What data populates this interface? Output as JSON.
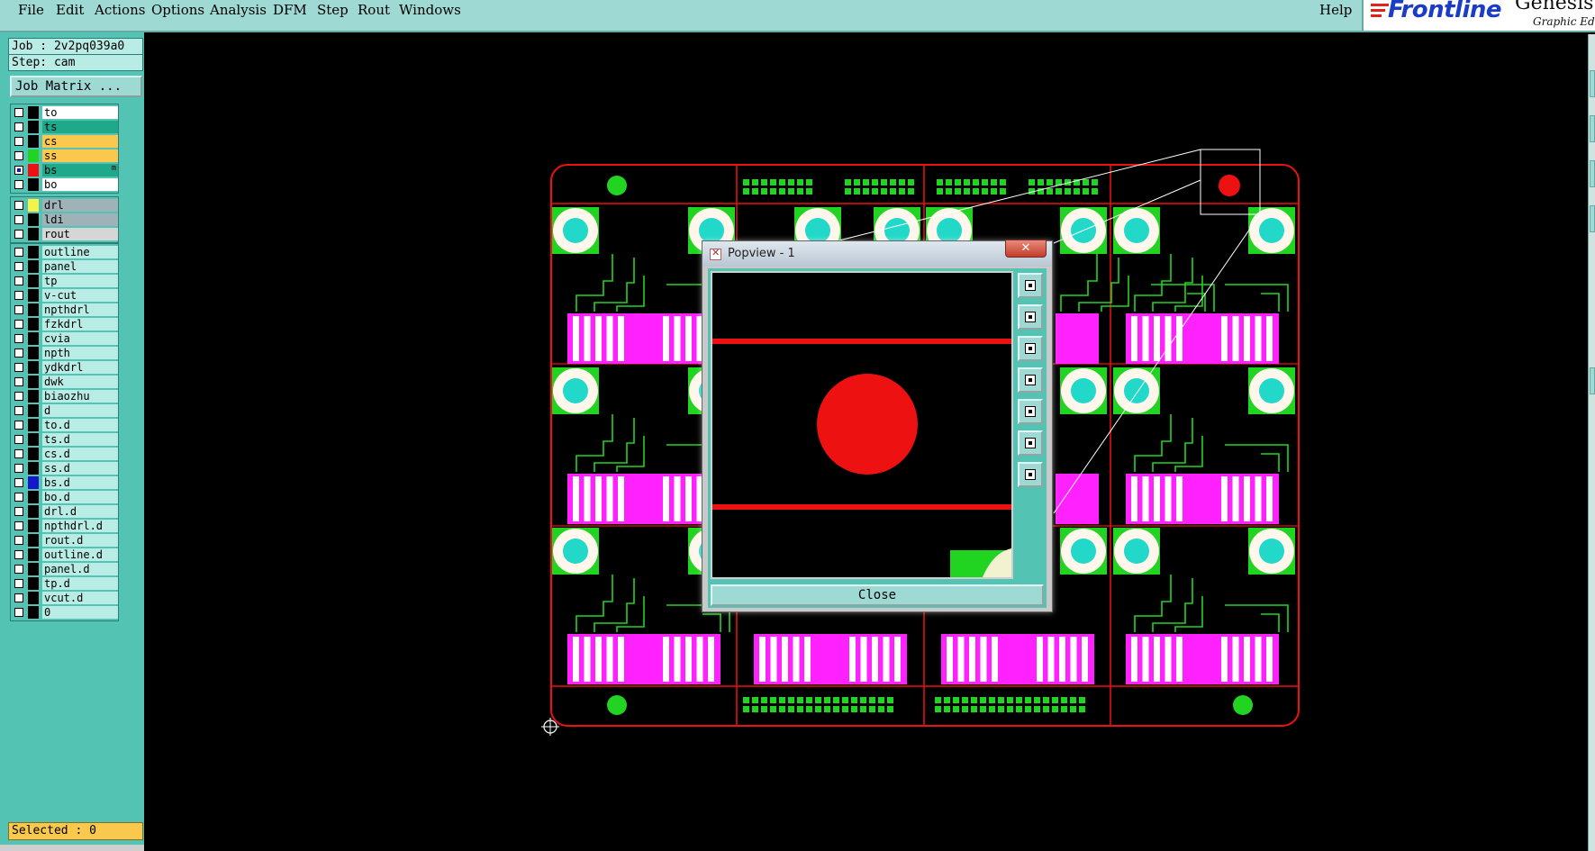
{
  "menubar": {
    "items": [
      {
        "label": "File"
      },
      {
        "label": "Edit"
      },
      {
        "label": "Actions"
      },
      {
        "label": "Options"
      },
      {
        "label": "Analysis"
      },
      {
        "label": "DFM"
      },
      {
        "label": "Step"
      },
      {
        "label": "Rout"
      },
      {
        "label": "Windows"
      }
    ],
    "help": "Help"
  },
  "logo": {
    "brand": "Frontline",
    "product": "Genesis",
    "subtitle": "Graphic Ed"
  },
  "job": {
    "job_label": "Job : 2v2pq039a0",
    "step_label": "Step: cam",
    "job_matrix_button": "Job Matrix ..."
  },
  "layers": {
    "board": [
      {
        "name": "to",
        "swatch": "#000000",
        "bg": "#ffffff"
      },
      {
        "name": "ts",
        "swatch": "#000000",
        "bg": "#1fa889"
      },
      {
        "name": "cs",
        "swatch": "#000000",
        "bg": "#f9c84d"
      },
      {
        "name": "ss",
        "swatch": "#22d422",
        "bg": "#f9c84d"
      },
      {
        "name": "bs",
        "swatch": "#ee1111",
        "bg": "#1fa889",
        "active": true,
        "mark": "m"
      },
      {
        "name": "bo",
        "swatch": "#000000",
        "bg": "#ffffff"
      }
    ],
    "drill": [
      {
        "name": "drl",
        "swatch": "#f6f24a",
        "bg": "#9fb2b7"
      },
      {
        "name": "ldi",
        "swatch": "#000000",
        "bg": "#9fb2b7"
      },
      {
        "name": "rout",
        "swatch": "#000000",
        "bg": "#d6d6d6"
      }
    ],
    "misc": [
      {
        "name": "outline",
        "swatch": "#000000"
      },
      {
        "name": "panel",
        "swatch": "#000000"
      },
      {
        "name": "tp",
        "swatch": "#000000"
      },
      {
        "name": "v-cut",
        "swatch": "#000000"
      },
      {
        "name": "npthdrl",
        "swatch": "#000000"
      },
      {
        "name": "fzkdrl",
        "swatch": "#000000"
      },
      {
        "name": "cvia",
        "swatch": "#000000"
      },
      {
        "name": "npth",
        "swatch": "#000000"
      },
      {
        "name": "ydkdrl",
        "swatch": "#000000"
      },
      {
        "name": "dwk",
        "swatch": "#000000"
      },
      {
        "name": "biaozhu",
        "swatch": "#000000"
      },
      {
        "name": "d",
        "swatch": "#000000"
      },
      {
        "name": "to.d",
        "swatch": "#000000"
      },
      {
        "name": "ts.d",
        "swatch": "#000000"
      },
      {
        "name": "cs.d",
        "swatch": "#000000"
      },
      {
        "name": "ss.d",
        "swatch": "#000000"
      },
      {
        "name": "bs.d",
        "swatch": "#1515cc"
      },
      {
        "name": "bo.d",
        "swatch": "#000000"
      },
      {
        "name": "drl.d",
        "swatch": "#000000"
      },
      {
        "name": "npthdrl.d",
        "swatch": "#000000"
      },
      {
        "name": "rout.d",
        "swatch": "#000000"
      },
      {
        "name": "outline.d",
        "swatch": "#000000"
      },
      {
        "name": "panel.d",
        "swatch": "#000000"
      },
      {
        "name": "tp.d",
        "swatch": "#000000"
      },
      {
        "name": "vcut.d",
        "swatch": "#000000"
      },
      {
        "name": "0",
        "swatch": "#000000"
      }
    ],
    "misc_bg": "#b9ece5"
  },
  "status": {
    "selected": "Selected : 0"
  },
  "popview": {
    "title": "Popview - 1",
    "close_x": "✕",
    "close_button": "Close"
  },
  "colors": {
    "outline_red": "#ee1111",
    "pad_green": "#22d422",
    "pad_cyan": "#22d8c8",
    "connector_magenta": "#ff22ff",
    "panel_teal": "#53c3b3",
    "menu_bg": "#9fd9d4"
  }
}
